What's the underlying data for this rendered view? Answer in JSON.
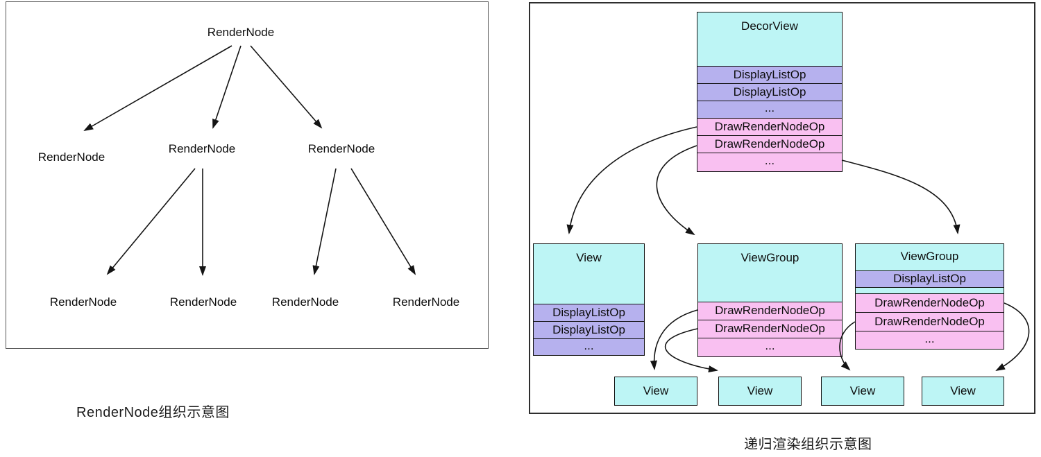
{
  "colors": {
    "header_fill": "#bdf5f5",
    "display_op_fill": "#b6b1ee",
    "draw_op_fill": "#f9c0f1"
  },
  "left": {
    "caption": "RenderNode组织示意图",
    "tree": [
      [
        "RenderNode"
      ],
      [
        "RenderNode",
        "RenderNode",
        "RenderNode"
      ],
      [
        "RenderNode",
        "RenderNode",
        "RenderNode",
        "RenderNode"
      ]
    ]
  },
  "right": {
    "caption": "递归渲染组织示意图",
    "decorview": {
      "title": "DecorView",
      "ops": [
        "DisplayListOp",
        "DisplayListOp",
        "...",
        "DrawRenderNodeOp",
        "DrawRenderNodeOp",
        "..."
      ]
    },
    "view": {
      "title": "View",
      "ops": [
        "DisplayListOp",
        "DisplayListOp",
        "..."
      ]
    },
    "viewgroup_mid": {
      "title": "ViewGroup",
      "ops": [
        "DrawRenderNodeOp",
        "DrawRenderNodeOp",
        "..."
      ]
    },
    "viewgroup_right": {
      "title": "ViewGroup",
      "ops": [
        "DisplayListOp",
        "DrawRenderNodeOp",
        "DrawRenderNodeOp",
        "..."
      ]
    },
    "leaf_views": [
      "View",
      "View",
      "View",
      "View"
    ]
  }
}
